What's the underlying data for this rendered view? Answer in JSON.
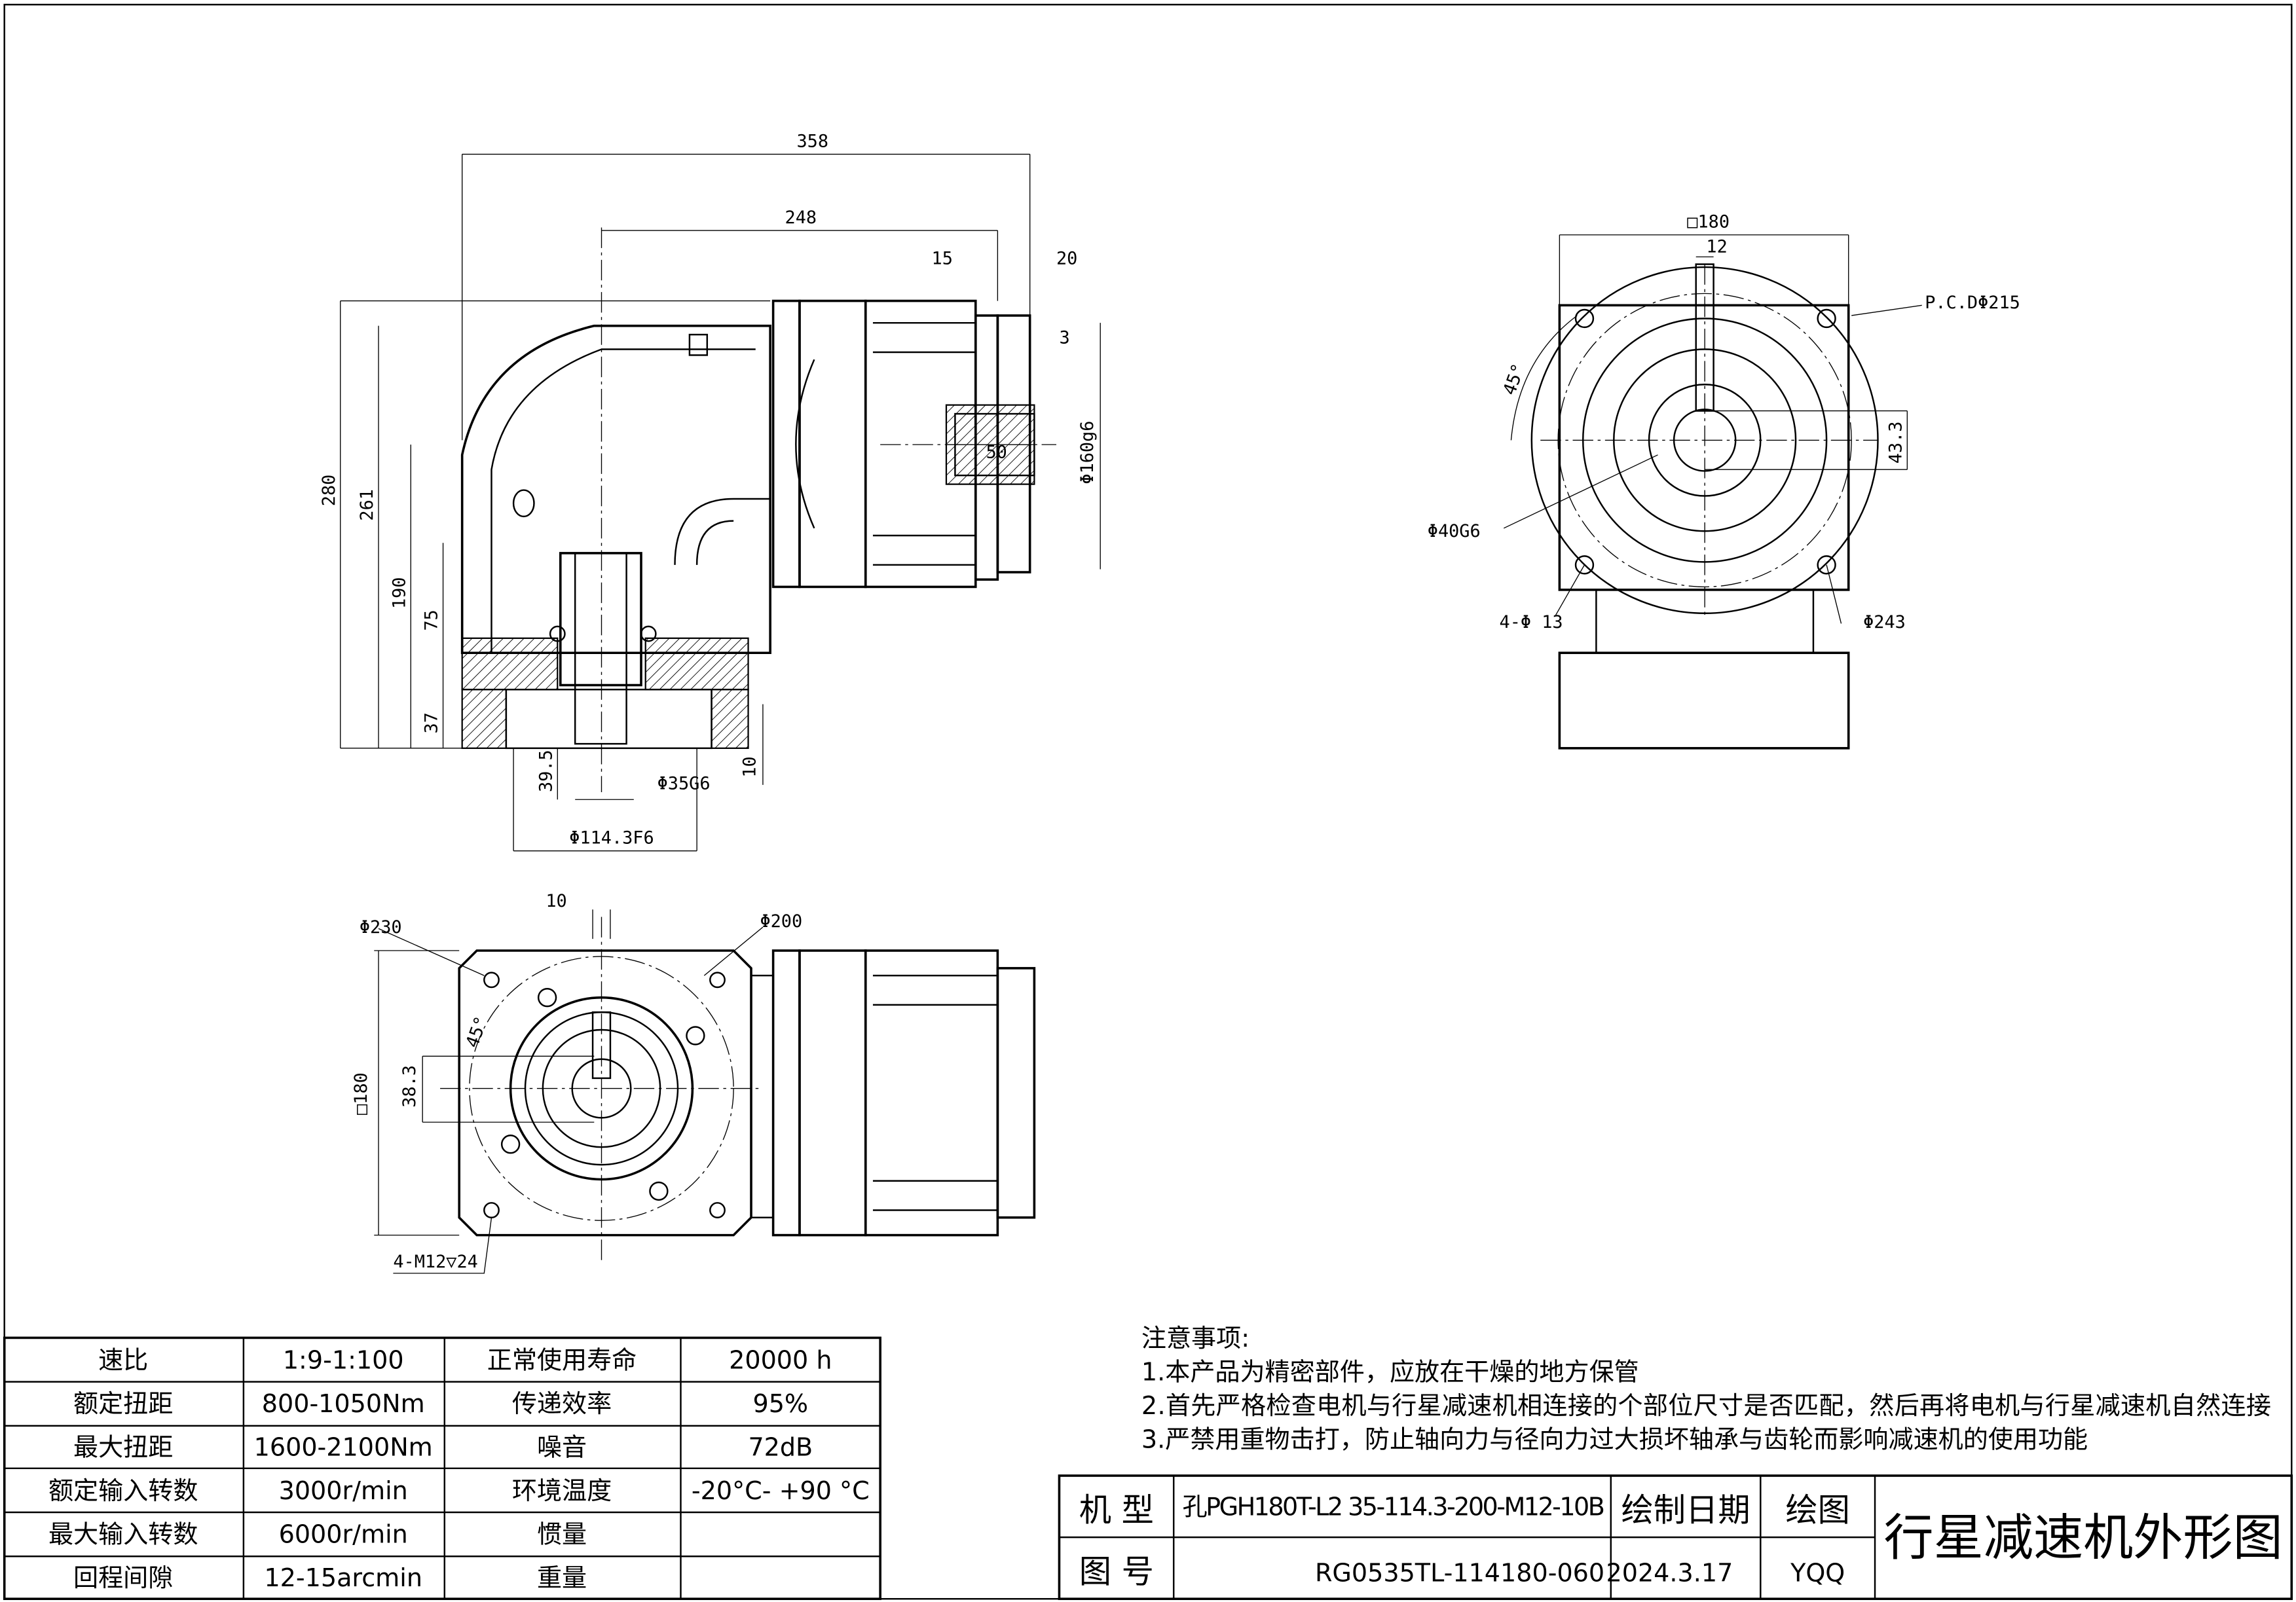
{
  "dimensions": {
    "front": [
      "358",
      "248",
      "15",
      "20",
      "3",
      "280",
      "261",
      "190",
      "75",
      "37",
      "50",
      "Φ160g6",
      "39.5",
      "Φ35G6",
      "10",
      "Φ114.3F6"
    ],
    "side": [
      "□180",
      "12",
      "P.C.DΦ215",
      "45°",
      "43.3",
      "Φ40G6",
      "4-Φ 13",
      "Φ243"
    ],
    "bottom": [
      "10",
      "Φ230",
      "Φ200",
      "45°",
      "□180",
      "38.3",
      "4-M12▽24"
    ]
  },
  "spec_table": {
    "rows": [
      [
        "速比",
        "1:9-1:100",
        "正常使用寿命",
        "20000 h"
      ],
      [
        "额定扭距",
        "800-1050Nm",
        "传递效率",
        "95%"
      ],
      [
        "最大扭距",
        "1600-2100Nm",
        "噪音",
        "72dB"
      ],
      [
        "额定输入转数",
        "3000r/min",
        "环境温度",
        "-20°C- +90 °C"
      ],
      [
        "最大输入转数",
        "6000r/min",
        "惯量",
        ""
      ],
      [
        "回程间隙",
        "12-15arcmin",
        "重量",
        ""
      ]
    ]
  },
  "notes": {
    "heading": "注意事项:",
    "items": [
      "1.本产品为精密部件，应放在干燥的地方保管",
      "2.首先严格检查电机与行星减速机相连接的个部位尺寸是否匹配，然后再将电机与行星减速机自然连接",
      "3.严禁用重物击打，防止轴向力与径向力过大损坏轴承与齿轮而影响减速机的使用功能"
    ]
  },
  "title_block": {
    "model_label": "机 型",
    "model_value": "孔PGH180T-L2 35-114.3-200-M12-10B",
    "drawing_no_label": "图 号",
    "drawing_no_value": "RG0535TL-114180-060",
    "date_label": "绘制日期",
    "date_value": "2024.3.17",
    "drawer_label": "绘图",
    "drawer_value": "YQQ",
    "title": "行星减速机外形图"
  }
}
